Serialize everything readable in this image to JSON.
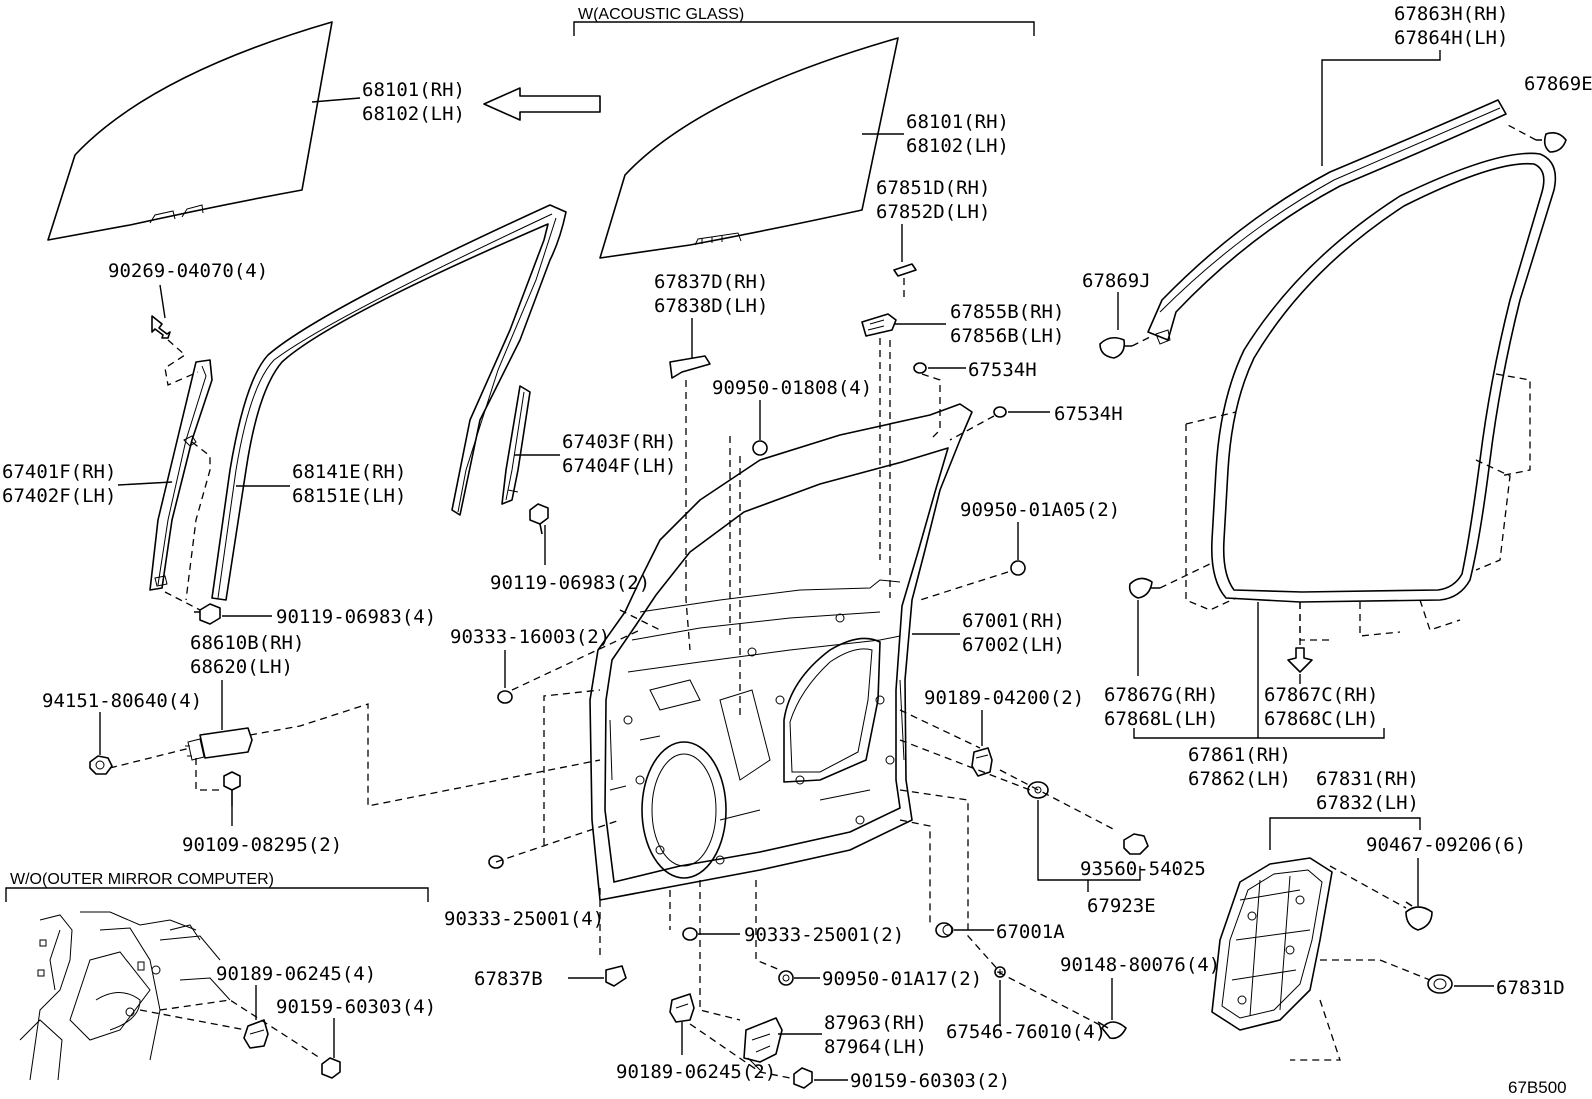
{
  "labels": {
    "acoustic_glass_header": "W(ACOUSTIC GLASS)",
    "outer_mirror_header": "W/O(OUTER MIRROR COMPUTER)",
    "diagram_code": "67B500",
    "glass_left_rh": "68101(RH)",
    "glass_left_lh": "68102(LH)",
    "glass_right_rh": "68101(RH)",
    "glass_right_lh": "68102(LH)",
    "screw_90269": "90269-04070(4)",
    "channel_rear_rh": "67401F(RH)",
    "channel_rear_lh": "67402F(LH)",
    "run_rh": "68141E(RH)",
    "run_lh": "68151E(LH)",
    "channel_front_rh": "67403F(RH)",
    "channel_front_lh": "67404F(LH)",
    "bolt_90119_2": "90119-06983(2)",
    "bolt_90119_4": "90119-06983(4)",
    "regulator_rh": "68610B(RH)",
    "regulator_lh": "68620(LH)",
    "nut_94151": "94151-80640(4)",
    "bolt_90109": "90109-08295(2)",
    "handle_rh": "67837D(RH)",
    "handle_lh": "67838D(LH)",
    "plug_90950_808": "90950-01808(4)",
    "bracket_rh": "67851D(RH)",
    "bracket_lh": "67852D(LH)",
    "bracket2_rh": "67855B(RH)",
    "bracket2_lh": "67856B(LH)",
    "hole_cover_a": "67534H",
    "hole_cover_b": "67534H",
    "plug_90950_a05": "90950-01A05(2)",
    "plug_90333_16003": "90333-16003(2)",
    "panel_rh": "67001(RH)",
    "panel_lh": "67002(LH)",
    "clip_90189_4200": "90189-04200(2)",
    "nut_93560": "93560-54025",
    "sub_67923": "67923E",
    "plug_90333_25001_4": "90333-25001(4)",
    "plug_90333_25001_2": "90333-25001(2)",
    "hole_cover_67001a": "67001A",
    "seal_67837b": "67837B",
    "plug_90950_a17": "90950-01A17(2)",
    "clip_90148": "90148-80076(4)",
    "clip_67546": "67546-76010(4)",
    "bracket3_rh": "87963(RH)",
    "bracket3_lh": "87964(LH)",
    "clip_90189_6245a": "90189-06245(2)",
    "bolt_90159_a": "90159-60303(2)",
    "clip_90189_6245b": "90189-06245(4)",
    "bolt_90159_b": "90159-60303(4)",
    "weather_upper_rh": "67863H(RH)",
    "weather_upper_lh": "67864H(LH)",
    "clip_67869e": "67869E",
    "clip_67869j": "67869J",
    "clip_left_rh": "67867G(RH)",
    "clip_left_lh": "67868L(LH)",
    "clip_right_rh": "67867C(RH)",
    "clip_right_lh": "67868C(LH)",
    "weather_rh": "67861(RH)",
    "weather_lh": "67862(LH)",
    "service_rh": "67831(RH)",
    "service_lh": "67832(LH)",
    "clip_90467": "90467-09206(6)",
    "seal_67831d": "67831D"
  }
}
